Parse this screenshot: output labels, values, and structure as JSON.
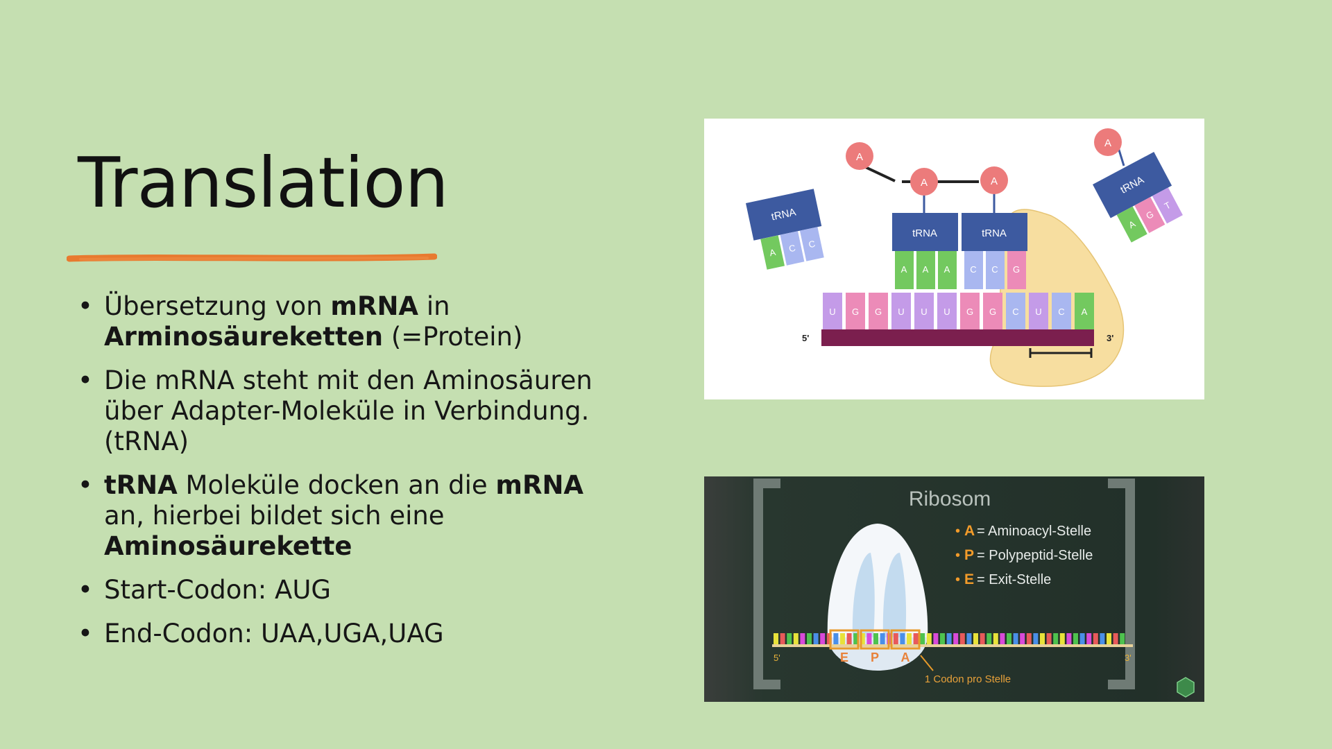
{
  "slide": {
    "title": "Translation",
    "bullets": [
      {
        "parts": [
          {
            "text": "Übersetzung von ",
            "bold": false
          },
          {
            "text": "mRNA",
            "bold": true
          },
          {
            "text": " in ",
            "bold": false
          },
          {
            "text": "Arminosäureketten",
            "bold": true
          },
          {
            "text": " (=Protein)",
            "bold": false
          }
        ]
      },
      {
        "parts": [
          {
            "text": "Die mRNA steht mit den Aminosäuren über Adapter-Moleküle in Verbindung. (tRNA)",
            "bold": false
          }
        ]
      },
      {
        "parts": [
          {
            "text": "tRNA",
            "bold": true
          },
          {
            "text": " Moleküle docken an die ",
            "bold": false
          },
          {
            "text": "mRNA",
            "bold": true
          },
          {
            "text": " an, hierbei bildet sich eine ",
            "bold": false
          },
          {
            "text": "Aminosäurekette",
            "bold": true
          }
        ]
      },
      {
        "parts": [
          {
            "text": "Start-Codon: AUG",
            "bold": false
          }
        ]
      },
      {
        "parts": [
          {
            "text": "End-Codon: UAA,UGA,UAG",
            "bold": false
          }
        ]
      }
    ]
  },
  "diagram1": {
    "amino_label": "A",
    "trna_label": "tRNA",
    "left_trna_bases": [
      "A",
      "C",
      "C"
    ],
    "right_trna_bases": [
      "A",
      "G",
      "T"
    ],
    "mid_trna1_bases": [
      "A",
      "A",
      "A"
    ],
    "mid_trna2_bases": [
      "C",
      "C",
      "G"
    ],
    "mrna_bases": [
      "U",
      "G",
      "G",
      "U",
      "U",
      "U",
      "G",
      "G",
      "C",
      "U",
      "C",
      "A"
    ],
    "five_prime": "5'",
    "three_prime": "3'"
  },
  "diagram2": {
    "title": "Ribosom",
    "legend": [
      {
        "key": "A",
        "text": "= Aminoacyl-Stelle"
      },
      {
        "key": "P",
        "text": "= Polypeptid-Stelle"
      },
      {
        "key": "E",
        "text": "= Exit-Stelle"
      }
    ],
    "sites": [
      "E",
      "P",
      "A"
    ],
    "five_prime": "5'",
    "three_prime": "3'",
    "caption": "1 Codon pro Stelle"
  },
  "colors": {
    "background": "#c5dfb1",
    "underline": "#e87a2f",
    "trna_box": "#3d5aa0",
    "amino": "#ec7b7b",
    "mrna_strand": "#7b1f4e",
    "ribosome": "#f7dea0",
    "base_U": "#c49be8",
    "base_G": "#ec8bb8",
    "base_C": "#a9b7f0",
    "base_A": "#73c95f",
    "base_T": "#c49be8",
    "legend_key": "#f29b2a"
  }
}
